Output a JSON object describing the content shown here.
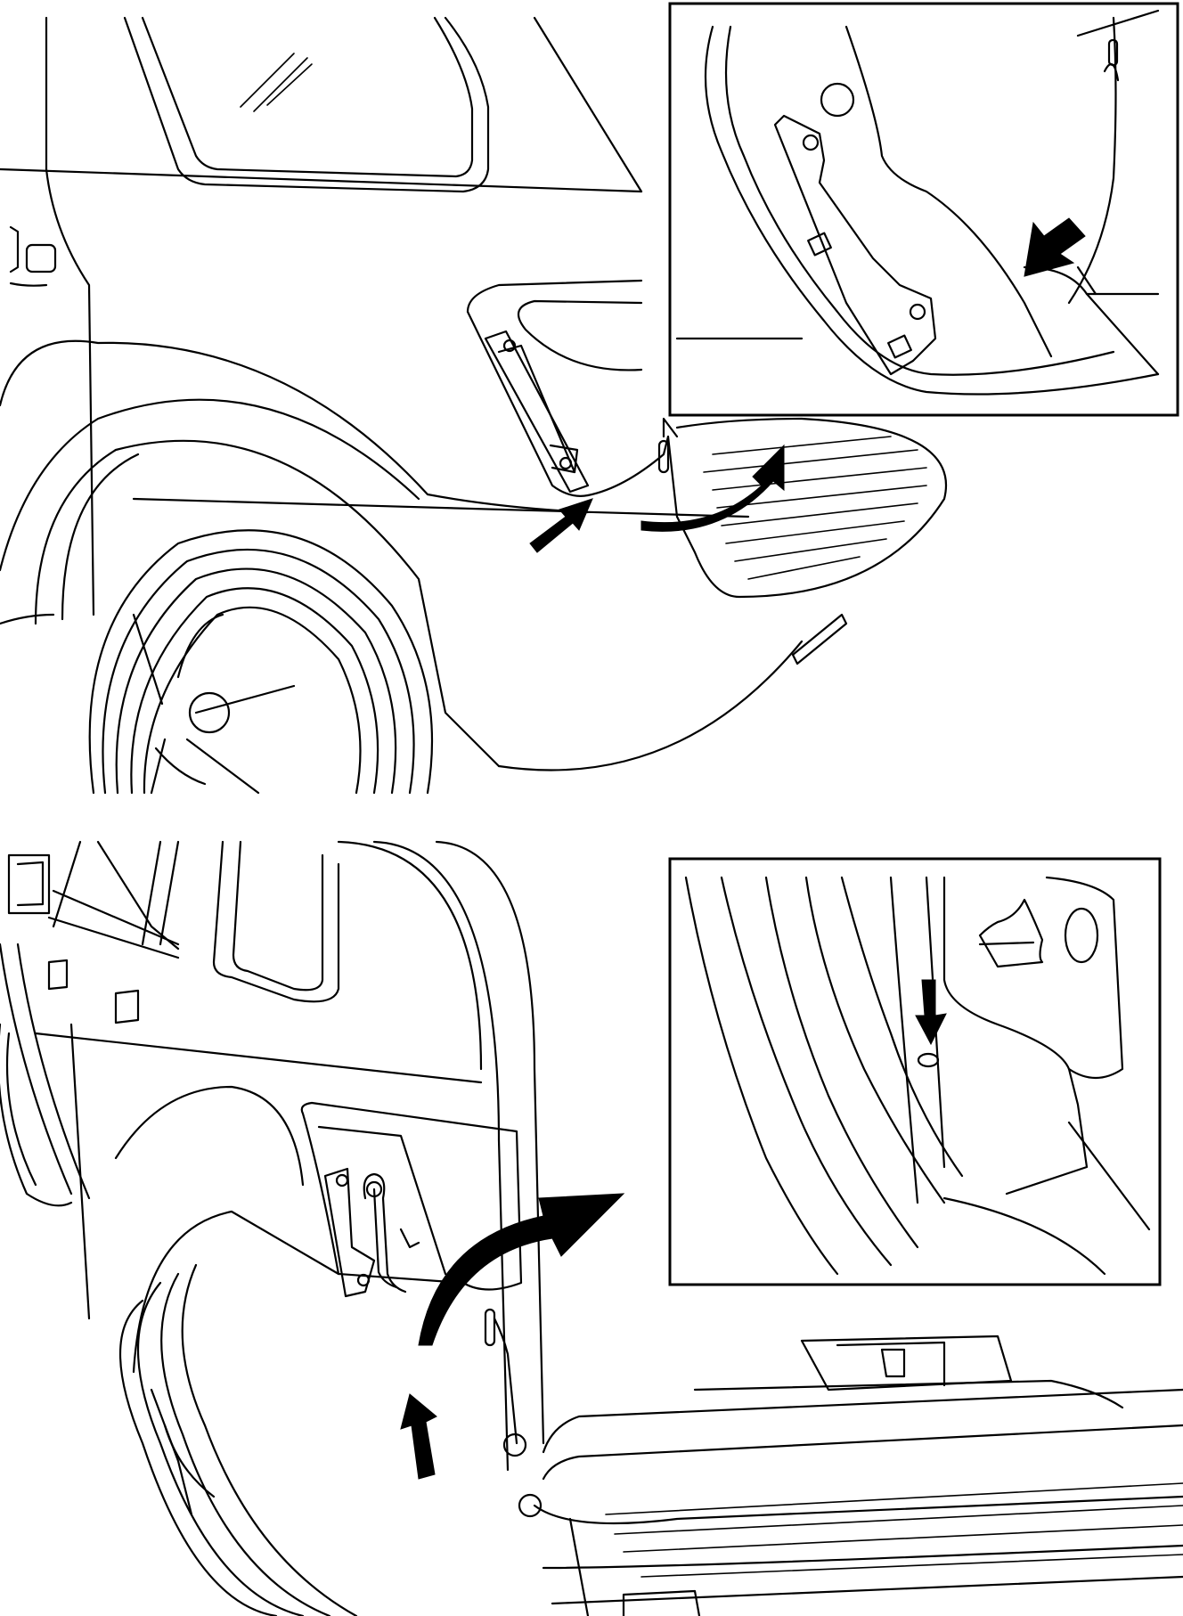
{
  "figure": {
    "type": "service-illustration",
    "colors": {
      "line": "#000000",
      "background": "#ffffff"
    },
    "panels": [
      {
        "id": "top",
        "subject": "rear-quarter-wheel-opening-liner",
        "arrows": 2,
        "inset_arrows": 1
      },
      {
        "id": "bottom",
        "subject": "rear-quarter-lamp-pocket",
        "arrows": 2,
        "inset_arrows": 1
      }
    ]
  }
}
